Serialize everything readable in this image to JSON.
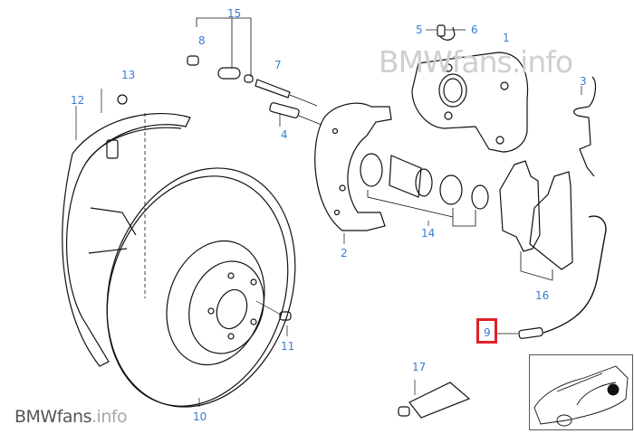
{
  "watermark": {
    "top_text": "BMWfans.info",
    "bottom_brand": "BMWfans",
    "bottom_suffix": ".info"
  },
  "highlight_color": "#e0202a",
  "label_color": "#3a7bd5",
  "callouts": [
    {
      "id": "1",
      "part": "caliper-housing"
    },
    {
      "id": "2",
      "part": "caliper-carrier"
    },
    {
      "id": "3",
      "part": "anti-rattle-spring"
    },
    {
      "id": "4",
      "part": "carrier-bolt"
    },
    {
      "id": "5",
      "part": "bleeder-screw"
    },
    {
      "id": "6",
      "part": "dust-cap"
    },
    {
      "id": "7",
      "part": "guide-bolt"
    },
    {
      "id": "8",
      "part": "guide-cap"
    },
    {
      "id": "9",
      "part": "wear-sensor",
      "highlighted": true
    },
    {
      "id": "10",
      "part": "brake-disc"
    },
    {
      "id": "11",
      "part": "disc-screw"
    },
    {
      "id": "12",
      "part": "dust-shield"
    },
    {
      "id": "13",
      "part": "shield-bolt"
    },
    {
      "id": "14",
      "part": "repair-kit"
    },
    {
      "id": "15",
      "part": "guide-kit"
    },
    {
      "id": "16",
      "part": "brake-pads"
    },
    {
      "id": "17",
      "part": "grease-tube"
    }
  ]
}
